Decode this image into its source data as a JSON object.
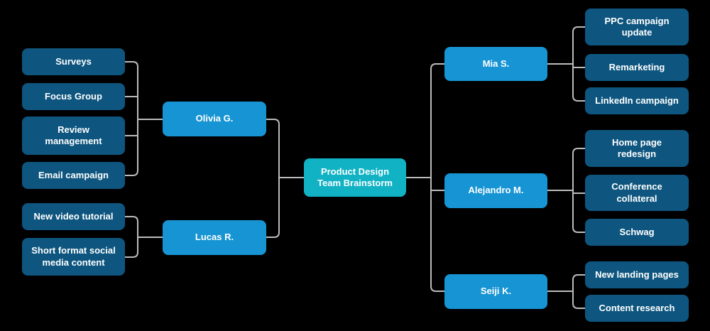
{
  "colors": {
    "background": "#000000",
    "root_fill": "#10b2c4",
    "branch_fill": "#1794d3",
    "leaf_fill": "#0e567f",
    "connector": "#bcbcbc",
    "label_text": "#ffffff"
  },
  "diagram": {
    "root": {
      "label": "Product Design\nTeam Brainstorm"
    },
    "left": [
      {
        "label": "Olivia G.",
        "children": [
          "Surveys",
          "Focus Group",
          "Review\nmanagement",
          "Email campaign"
        ]
      },
      {
        "label": "Lucas R.",
        "children": [
          "New video tutorial",
          "Short format social\nmedia content"
        ]
      }
    ],
    "right": [
      {
        "label": "Mia S.",
        "children": [
          "PPC campaign\nupdate",
          "Remarketing",
          "LinkedIn campaign"
        ]
      },
      {
        "label": "Alejandro M.",
        "children": [
          "Home page\nredesign",
          "Conference\ncollateral",
          "Schwag"
        ]
      },
      {
        "label": "Seiji K.",
        "children": [
          "New landing pages",
          "Content research"
        ]
      }
    ]
  }
}
